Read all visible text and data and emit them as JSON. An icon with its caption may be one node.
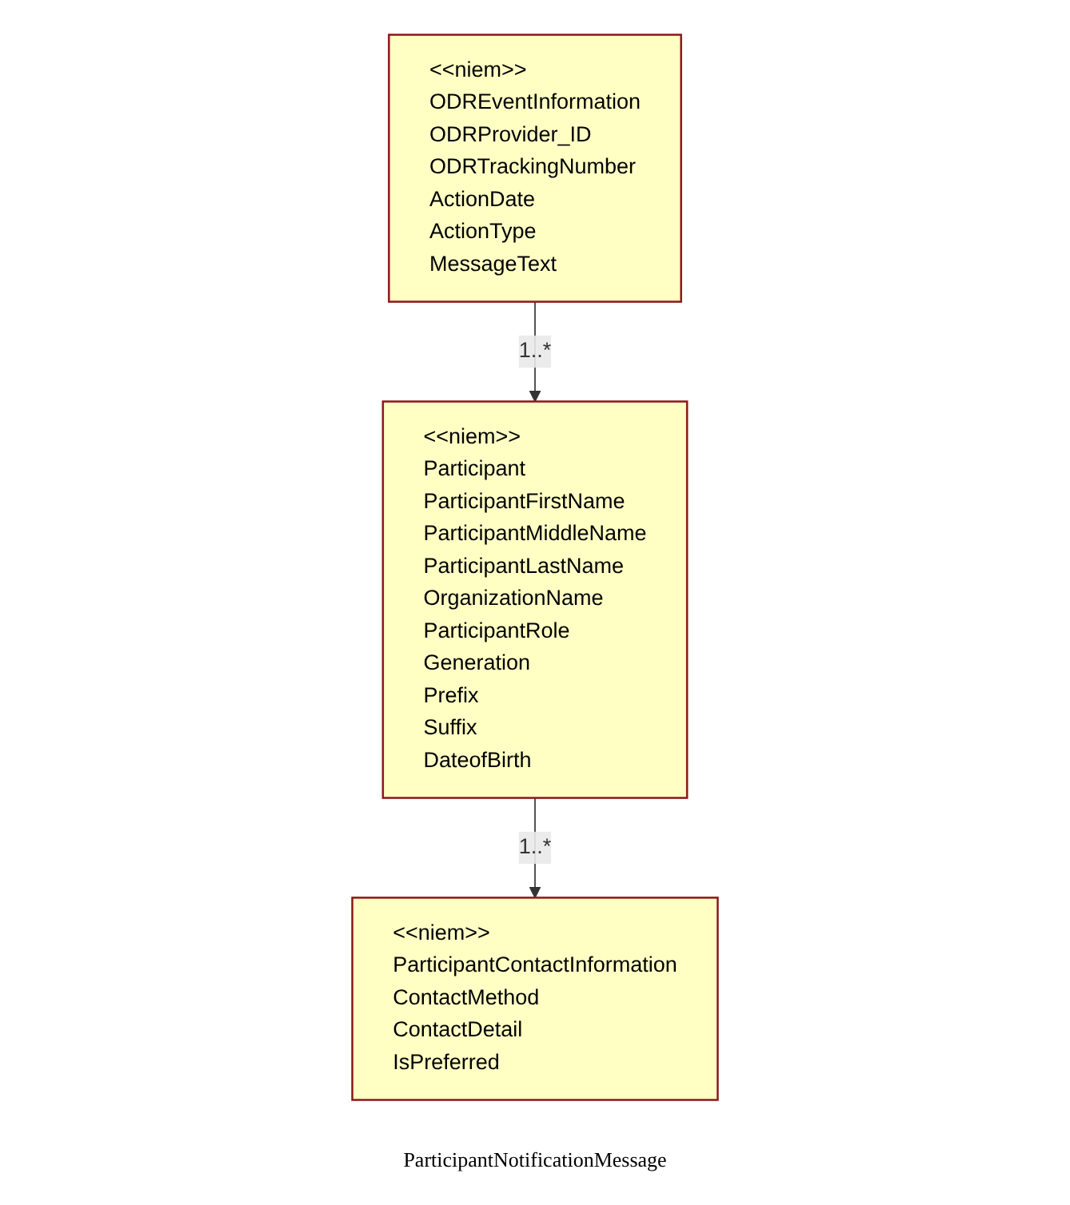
{
  "diagram": {
    "caption": "ParticipantNotificationMessage",
    "nodes": [
      {
        "text": [
          "<<niem>>",
          "ODREventInformation",
          "ODRProvider_ID",
          "ODRTrackingNumber",
          "ActionDate",
          "ActionType",
          "MessageText"
        ]
      },
      {
        "text": [
          "<<niem>>",
          "Participant",
          "ParticipantFirstName",
          "ParticipantMiddleName",
          "ParticipantLastName",
          "OrganizationName",
          "ParticipantRole",
          "Generation",
          "Prefix",
          "Suffix",
          "DateofBirth"
        ]
      },
      {
        "text": [
          "<<niem>>",
          "ParticipantContactInformation",
          "ContactMethod",
          "ContactDetail",
          "IsPreferred"
        ]
      }
    ],
    "edges": [
      {
        "from": 0,
        "to": 1,
        "arrow": "to",
        "label": "1..*"
      },
      {
        "from": 1,
        "to": 2,
        "arrow": "to",
        "label": "1..*"
      }
    ]
  }
}
